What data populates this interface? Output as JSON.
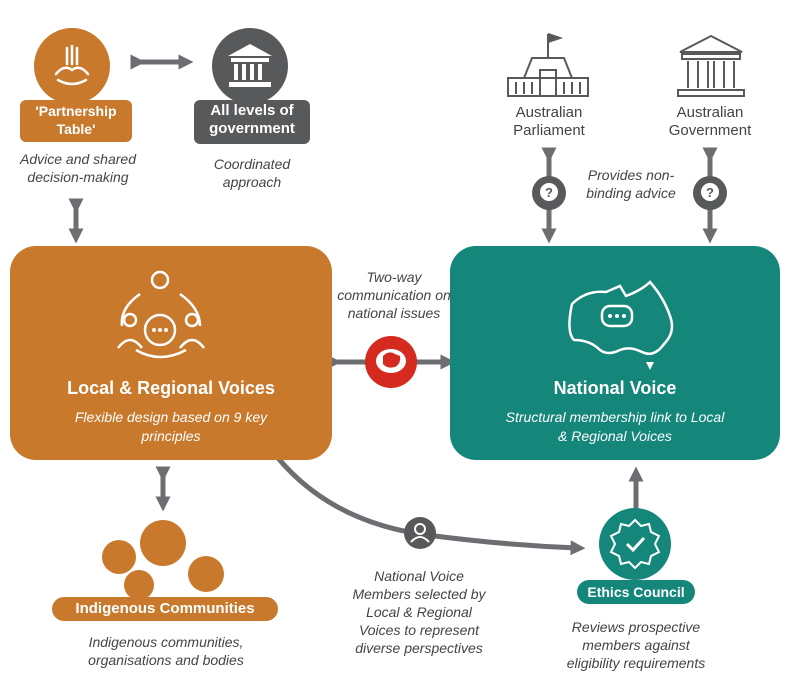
{
  "partnership": {
    "label": "'Partnership Table'",
    "caption": "Advice and shared decision-making"
  },
  "government_levels": {
    "label": "All levels of government",
    "caption": "Coordinated approach"
  },
  "parliament": {
    "label": "Australian Parliament"
  },
  "aus_government": {
    "label": "Australian Government"
  },
  "advice_caption": "Provides non-binding advice",
  "two_way_caption": "Two-way communication on national issues",
  "local_regional": {
    "title": "Local & Regional Voices",
    "subtitle": "Flexible design based on 9 key principles"
  },
  "national_voice": {
    "title": "National Voice",
    "subtitle": "Structural membership link to Local & Regional Voices"
  },
  "indigenous": {
    "label": "Indigenous Communities",
    "caption": "Indigenous communities, organisations and bodies"
  },
  "selection_caption": "National Voice Members selected by Local & Regional Voices to represent diverse perspectives",
  "ethics": {
    "label": "Ethics Council",
    "caption": "Reviews prospective members against eligibility requirements"
  },
  "colors": {
    "orange": "#c8792c",
    "teal": "#14867a",
    "gray": "#58595b",
    "red": "#d52b1e"
  }
}
